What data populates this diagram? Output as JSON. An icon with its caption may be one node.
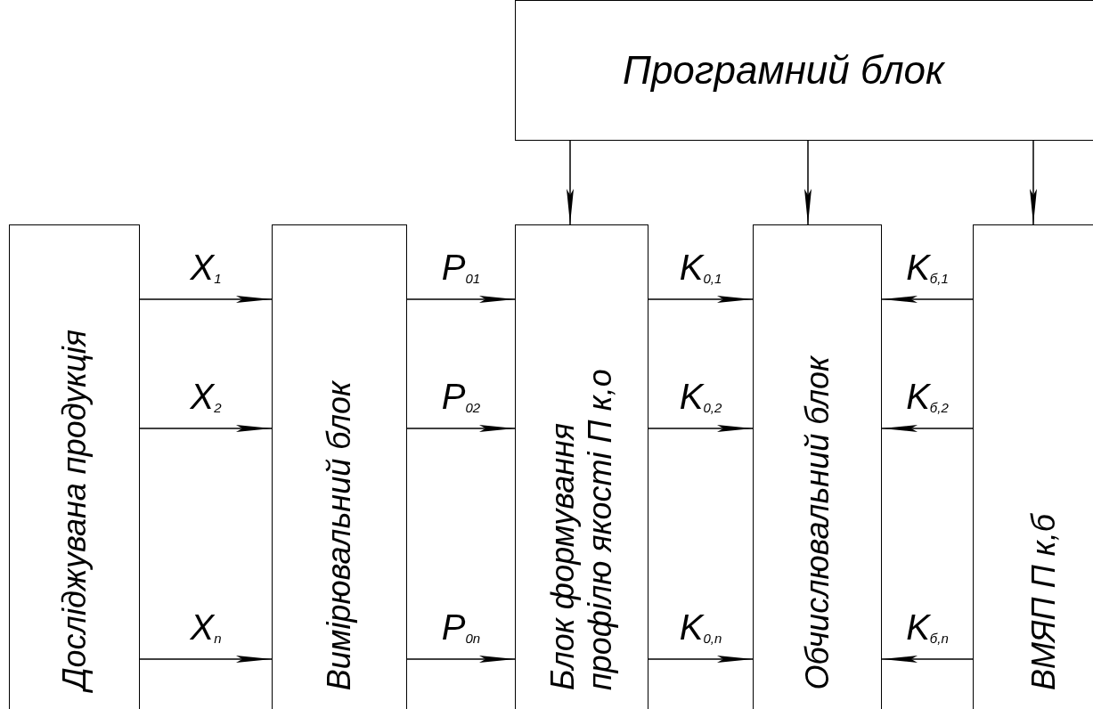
{
  "diagram": {
    "nodes": [
      {
        "text": [
          "Програмний блок"
        ]
      },
      {
        "text": [
          "Досліджувана продукція"
        ]
      },
      {
        "text": [
          "Вимірювальний блок"
        ]
      },
      {
        "text": [
          "Блок формування профілю якості П к,о"
        ]
      },
      {
        "text": [
          "Обчислювальний блок"
        ]
      },
      {
        "text": [
          "ВМЯП П к,б"
        ]
      }
    ],
    "edges": [
      {
        "from": 0,
        "to": 3,
        "arrow": "to"
      },
      {
        "from": 0,
        "to": 4,
        "arrow": "to"
      },
      {
        "from": 0,
        "to": 5,
        "arrow": "to"
      },
      {
        "from": 1,
        "to": 2,
        "arrow": "to",
        "label": "X$_{1}$"
      },
      {
        "from": 1,
        "to": 2,
        "arrow": "to",
        "label": "X$_{2}$"
      },
      {
        "from": 1,
        "to": 2,
        "arrow": "to",
        "label": "X$_{n}$"
      },
      {
        "from": 2,
        "to": 3,
        "arrow": "to",
        "label": "P$_{01}$"
      },
      {
        "from": 2,
        "to": 3,
        "arrow": "to",
        "label": "P$_{02}$"
      },
      {
        "from": 2,
        "to": 3,
        "arrow": "to",
        "label": "P$_{0n}$"
      },
      {
        "from": 3,
        "to": 4,
        "arrow": "to",
        "label": "K$_{0,1}$"
      },
      {
        "from": 3,
        "to": 4,
        "arrow": "to",
        "label": "K$_{0,2}$"
      },
      {
        "from": 3,
        "to": 4,
        "arrow": "to",
        "label": "K$_{0,n}$"
      },
      {
        "from": 5,
        "to": 4,
        "arrow": "to",
        "label": "K$_{б,1}$"
      },
      {
        "from": 5,
        "to": 4,
        "arrow": "to",
        "label": "K$_{б,2}$"
      },
      {
        "from": 5,
        "to": 4,
        "arrow": "to",
        "label": "K$_{б,n}$"
      }
    ]
  }
}
